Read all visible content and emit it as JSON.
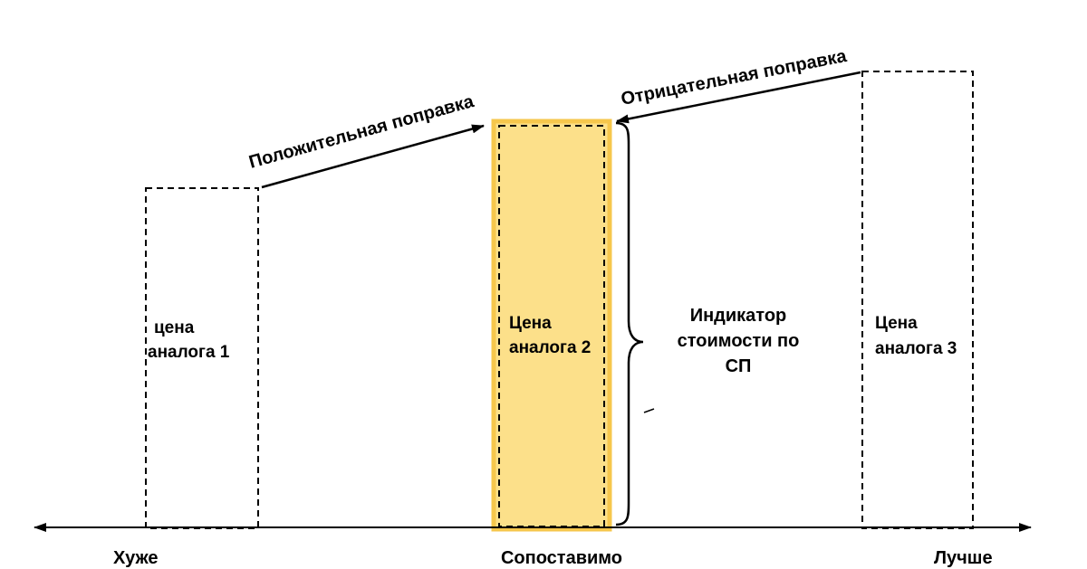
{
  "colors": {
    "highlight_fill": "#fce08a",
    "highlight_stroke": "#f6c74c",
    "line": "#000000",
    "background": "#ffffff"
  },
  "axis": {
    "left_label": "Хуже",
    "center_label": "Сопоставимо",
    "right_label": "Лучше"
  },
  "boxes": {
    "analog1": {
      "line1": "цена",
      "line2": "аналога 1"
    },
    "analog2": {
      "line1": "Цена",
      "line2": "аналога 2"
    },
    "analog3": {
      "line1": "Цена",
      "line2": "аналога 3"
    }
  },
  "arrows": {
    "positive": "Положительная поправка",
    "negative": "Отрицательная поправка"
  },
  "indicator": {
    "line1": "Индикатор",
    "line2": "стоимости по",
    "line3": "СП"
  }
}
